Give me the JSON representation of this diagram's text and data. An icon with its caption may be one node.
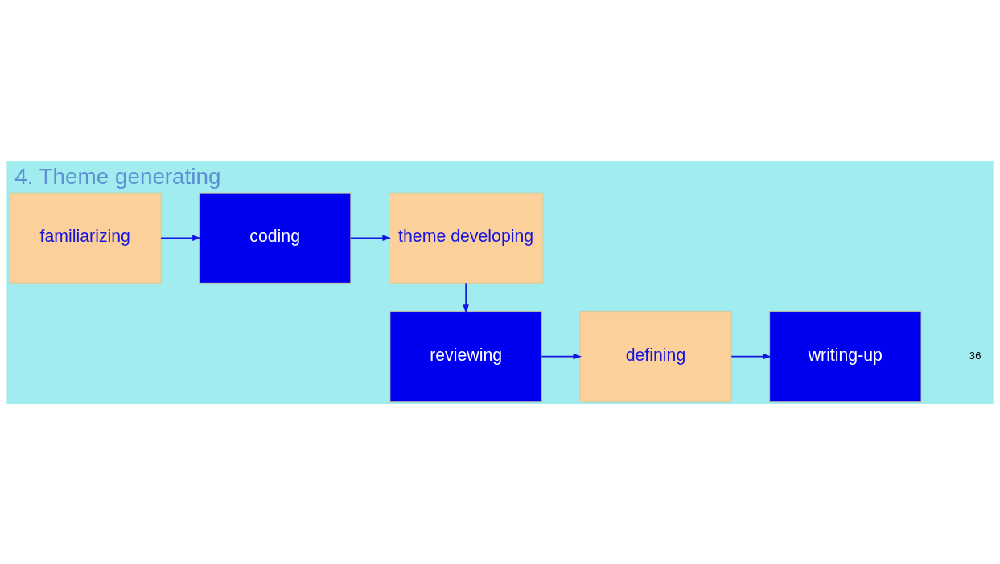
{
  "diagram": {
    "title": "4. Theme generating",
    "nodes": [
      {
        "text": [
          "familiarizing"
        ]
      },
      {
        "text": [
          "coding"
        ]
      },
      {
        "text": [
          "theme developing"
        ]
      },
      {
        "text": [
          "reviewing"
        ]
      },
      {
        "text": [
          "defining"
        ]
      },
      {
        "text": [
          "writing-up"
        ]
      }
    ],
    "edges": [
      {
        "from": 0,
        "to": 1,
        "arrow": "to"
      },
      {
        "from": 1,
        "to": 2,
        "arrow": "to"
      },
      {
        "from": 2,
        "to": 3,
        "arrow": "to"
      },
      {
        "from": 3,
        "to": 4,
        "arrow": "to"
      },
      {
        "from": 4,
        "to": 5,
        "arrow": "to"
      }
    ],
    "labels": [
      "36"
    ]
  }
}
